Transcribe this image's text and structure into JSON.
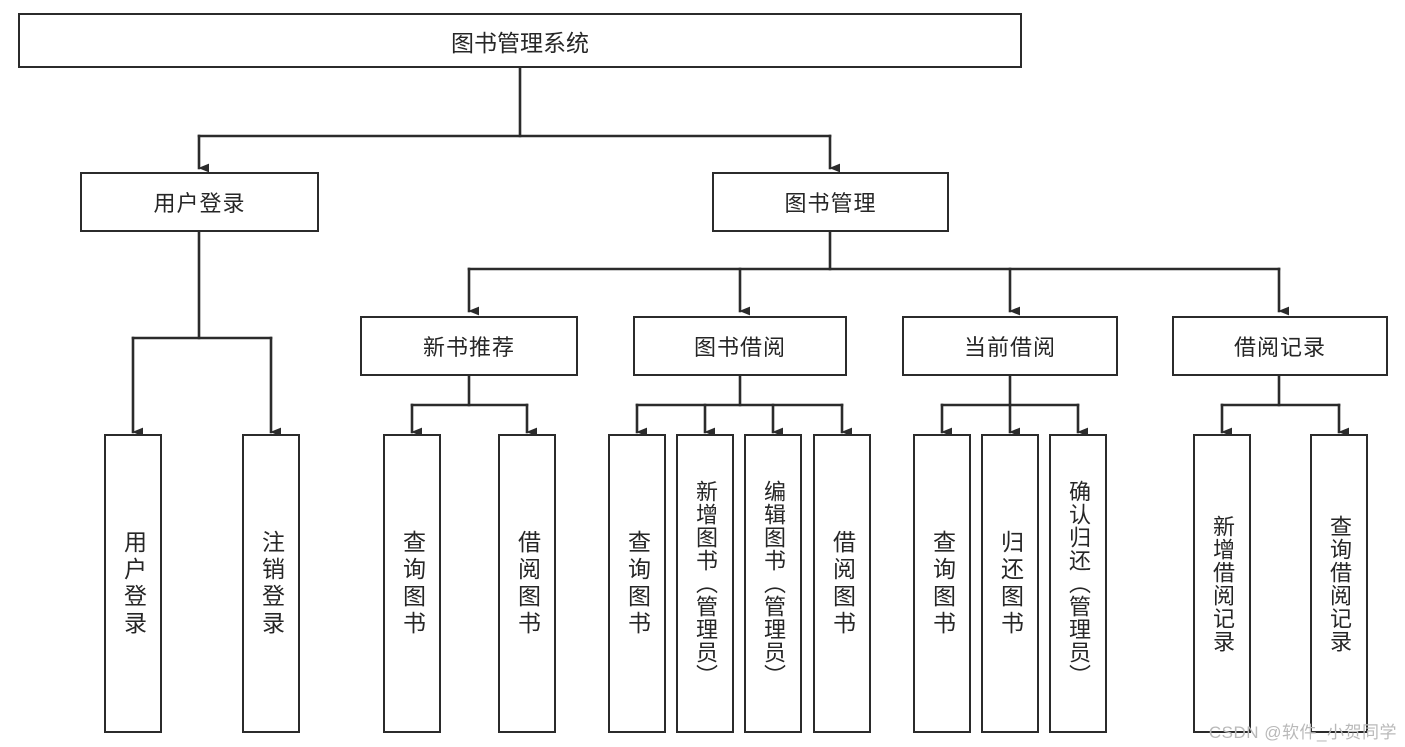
{
  "diagram": {
    "type": "tree-hierarchy-chart",
    "title": "图书管理系统",
    "root": {
      "label": "图书管理系统"
    },
    "level1": [
      {
        "label": "用户登录"
      },
      {
        "label": "图书管理"
      }
    ],
    "level2": [
      {
        "label": "新书推荐"
      },
      {
        "label": "图书借阅"
      },
      {
        "label": "当前借阅"
      },
      {
        "label": "借阅记录"
      }
    ],
    "leaves": {
      "user_login": [
        {
          "label": "用户登录"
        },
        {
          "label": "注销登录"
        }
      ],
      "new_book_recommend": [
        {
          "label": "查询图书"
        },
        {
          "label": "借阅图书"
        }
      ],
      "book_borrow": [
        {
          "label": "查询图书"
        },
        {
          "label": "新增图书（管理员）"
        },
        {
          "label": "编辑图书（管理员）"
        },
        {
          "label": "借阅图书"
        }
      ],
      "current_borrow": [
        {
          "label": "查询图书"
        },
        {
          "label": "归还图书"
        },
        {
          "label": "确认归还（管理员）"
        }
      ],
      "borrow_record": [
        {
          "label": "新增借阅记录"
        },
        {
          "label": "查询借阅记录"
        }
      ]
    }
  },
  "watermark": {
    "text": "CSDN @软件_小贺同学"
  },
  "colors": {
    "stroke": "#2b2b2b",
    "box_fill": "#ffffff",
    "text": "#262626",
    "watermark": "#b9b9b9"
  }
}
